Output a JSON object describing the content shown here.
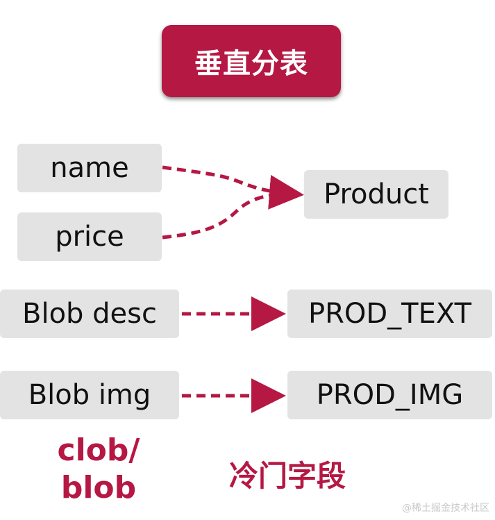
{
  "title": "垂直分表",
  "sources": {
    "name": "name",
    "price": "price",
    "blob_desc": "Blob desc",
    "blob_img": "Blob img"
  },
  "targets": {
    "product": "Product",
    "prod_text": "PROD_TEXT",
    "prod_img": "PROD_IMG"
  },
  "notes": {
    "clob_line1": "clob/",
    "clob_line2": "blob",
    "cold_fields": "冷门字段"
  },
  "watermark": "@稀土掘金技术社区",
  "colors": {
    "accent": "#b51843",
    "box_fill": "#e3e3e3"
  }
}
